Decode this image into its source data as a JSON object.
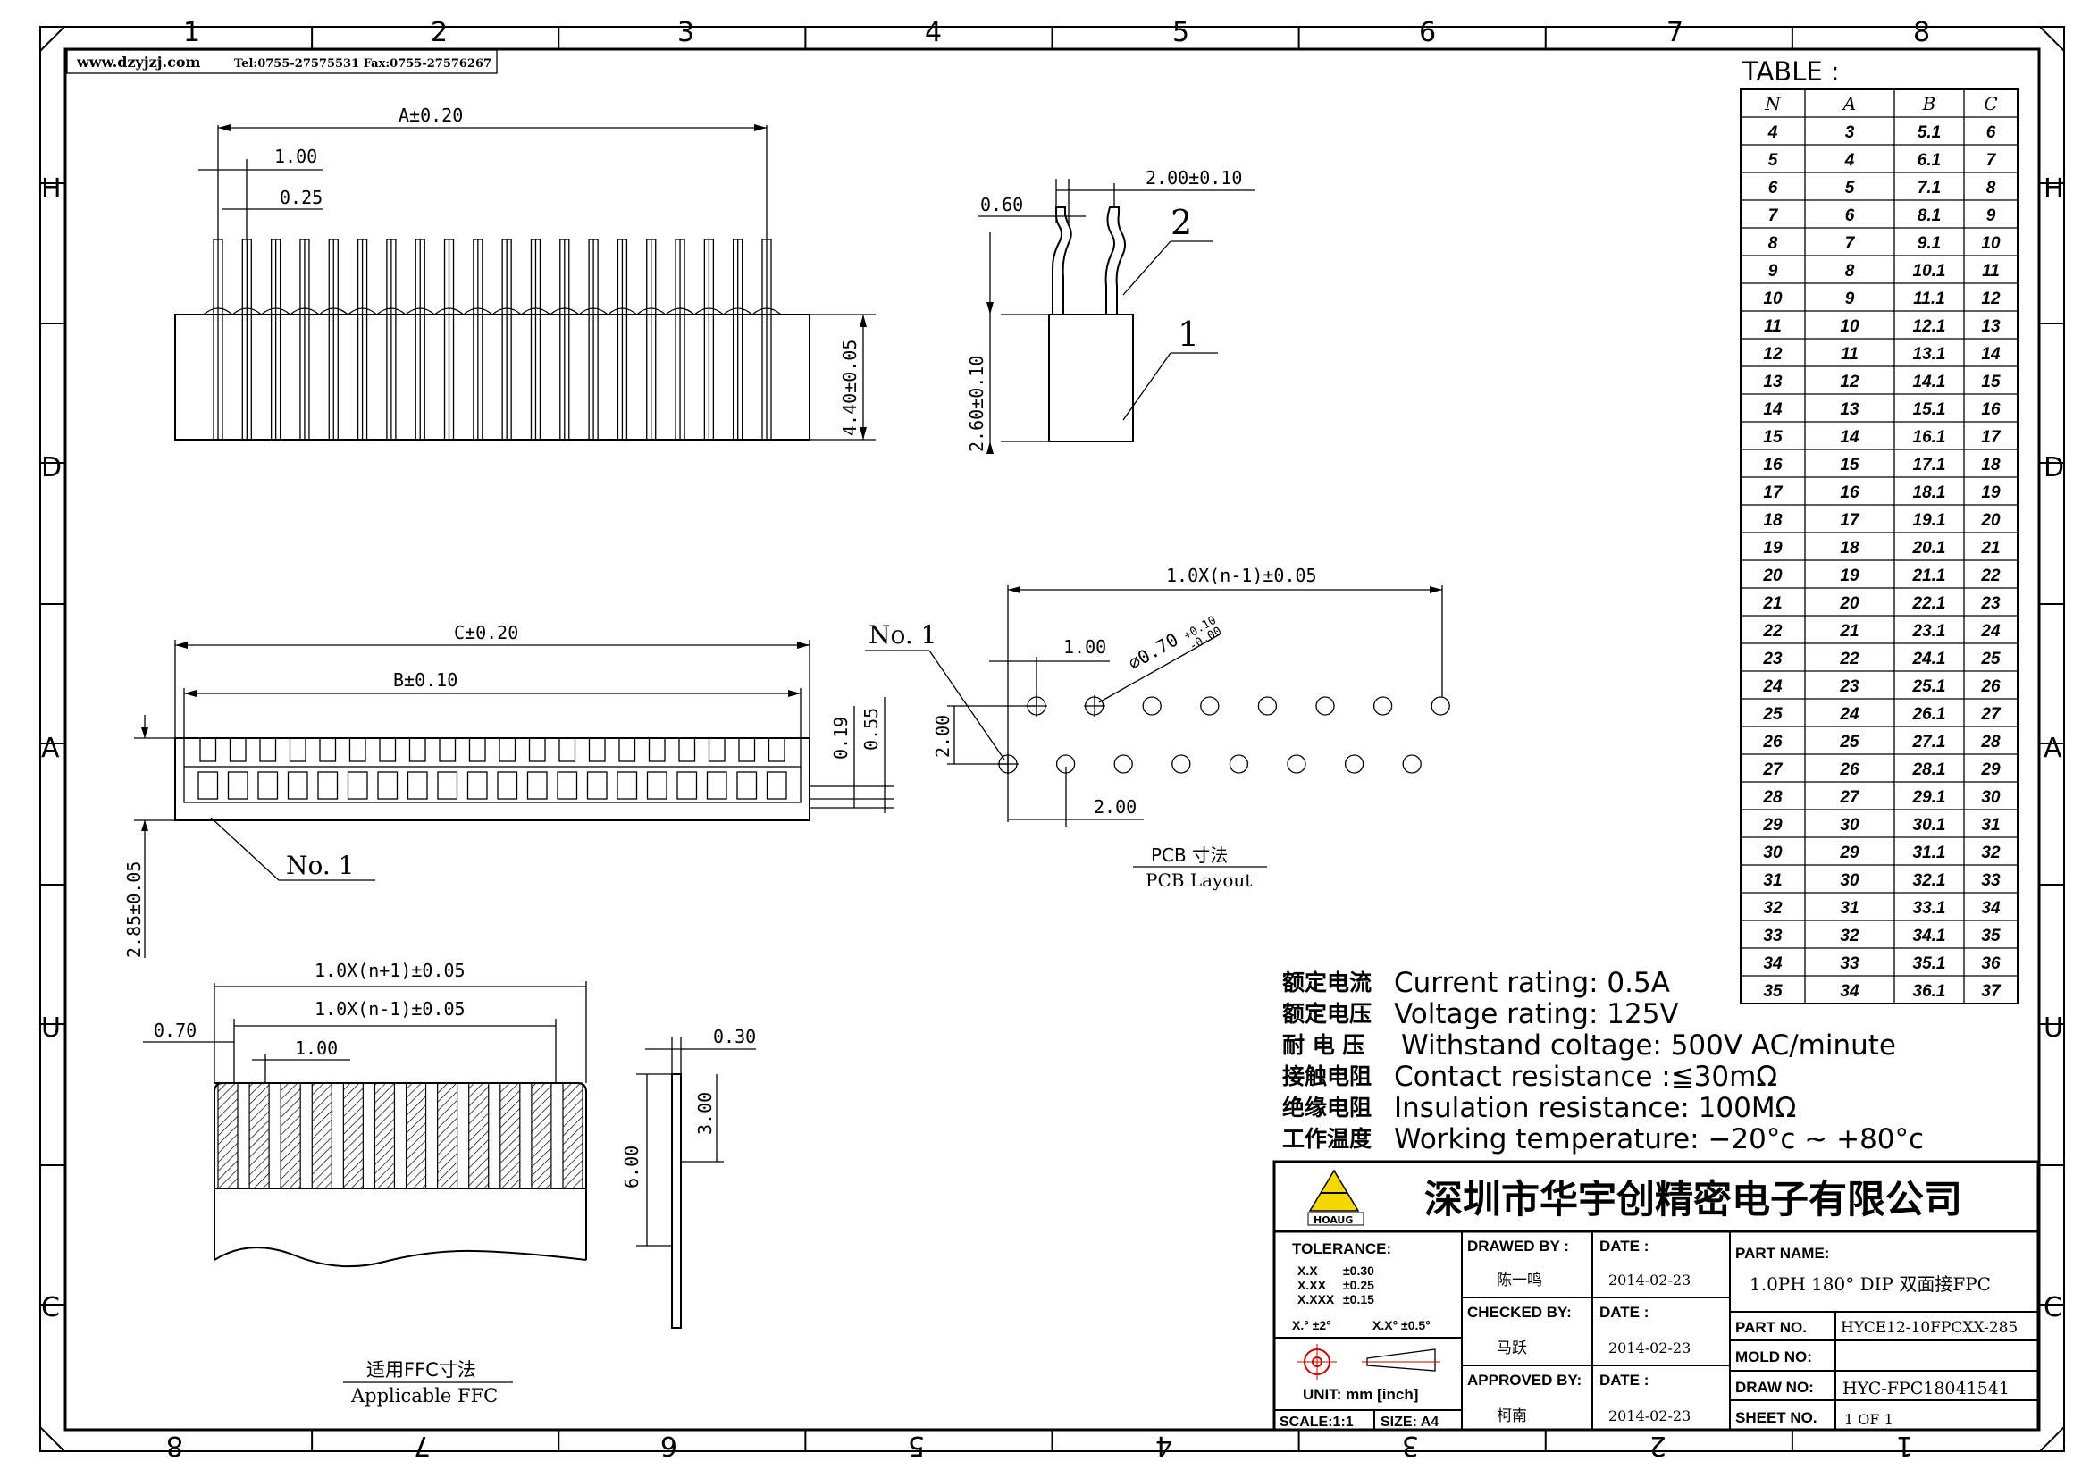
{
  "header": {
    "website": "www.dzyjzj.com",
    "contact": "Tel:0755-27575531  Fax:0755-27576267"
  },
  "grid": {
    "columns_top": [
      "1",
      "2",
      "3",
      "4",
      "5",
      "6",
      "7",
      "8"
    ],
    "rows_left": [
      "H",
      "D",
      "A",
      "U",
      "C"
    ]
  },
  "top_view": {
    "dim_a": "A±0.20",
    "dim_pitch": "1.00",
    "dim_pin": "0.25",
    "dim_height": "4.40±0.05"
  },
  "side_view": {
    "dim_060": "0.60",
    "dim_200": "2.00±0.10",
    "dim_260": "2.60±0.10",
    "callout_1": "1",
    "callout_2": "2"
  },
  "front_view": {
    "dim_c": "C±0.20",
    "dim_b": "B±0.10",
    "dim_019": "0.19",
    "dim_055": "0.55",
    "dim_285": "2.85±0.05",
    "no1": "No. 1"
  },
  "pcb_layout": {
    "dim_total": "1.0X(n-1)±0.05",
    "dim_pitch": "1.00",
    "dim_hole": "⌀0.70",
    "hole_tol_plus": "+0.10",
    "hole_tol_minus": "-0.00",
    "dim_row": "2.00",
    "dim_offset": "2.00",
    "no1": "No. 1",
    "title_cn": "PCB  寸法",
    "title_en": "PCB Layout"
  },
  "ffc": {
    "dim_total_plus": "1.0X(n+1)±0.05",
    "dim_total_minus": "1.0X(n-1)±0.05",
    "dim_070": "0.70",
    "dim_100": "1.00",
    "dim_030": "0.30",
    "dim_600": "6.00",
    "dim_300": "3.00",
    "title_cn": "适用FFC寸法",
    "title_en": "Applicable FFC"
  },
  "table": {
    "title": "TABLE :",
    "headers": [
      "N",
      "A",
      "B",
      "C"
    ],
    "rows": [
      [
        "4",
        "3",
        "5.1",
        "6"
      ],
      [
        "5",
        "4",
        "6.1",
        "7"
      ],
      [
        "6",
        "5",
        "7.1",
        "8"
      ],
      [
        "7",
        "6",
        "8.1",
        "9"
      ],
      [
        "8",
        "7",
        "9.1",
        "10"
      ],
      [
        "9",
        "8",
        "10.1",
        "11"
      ],
      [
        "10",
        "9",
        "11.1",
        "12"
      ],
      [
        "11",
        "10",
        "12.1",
        "13"
      ],
      [
        "12",
        "11",
        "13.1",
        "14"
      ],
      [
        "13",
        "12",
        "14.1",
        "15"
      ],
      [
        "14",
        "13",
        "15.1",
        "16"
      ],
      [
        "15",
        "14",
        "16.1",
        "17"
      ],
      [
        "16",
        "15",
        "17.1",
        "18"
      ],
      [
        "17",
        "16",
        "18.1",
        "19"
      ],
      [
        "18",
        "17",
        "19.1",
        "20"
      ],
      [
        "19",
        "18",
        "20.1",
        "21"
      ],
      [
        "20",
        "19",
        "21.1",
        "22"
      ],
      [
        "21",
        "20",
        "22.1",
        "23"
      ],
      [
        "22",
        "21",
        "23.1",
        "24"
      ],
      [
        "23",
        "22",
        "24.1",
        "25"
      ],
      [
        "24",
        "23",
        "25.1",
        "26"
      ],
      [
        "25",
        "24",
        "26.1",
        "27"
      ],
      [
        "26",
        "25",
        "27.1",
        "28"
      ],
      [
        "27",
        "26",
        "28.1",
        "29"
      ],
      [
        "28",
        "27",
        "29.1",
        "30"
      ],
      [
        "29",
        "30",
        "30.1",
        "31"
      ],
      [
        "30",
        "29",
        "31.1",
        "32"
      ],
      [
        "31",
        "30",
        "32.1",
        "33"
      ],
      [
        "32",
        "31",
        "33.1",
        "34"
      ],
      [
        "33",
        "32",
        "34.1",
        "35"
      ],
      [
        "34",
        "33",
        "35.1",
        "36"
      ],
      [
        "35",
        "34",
        "36.1",
        "37"
      ]
    ]
  },
  "specs": [
    {
      "cn": "额定电流",
      "en": "Current rating:  0.5A"
    },
    {
      "cn": "额定电压",
      "en": "Voltage rating:  125V"
    },
    {
      "cn": "耐 电 压",
      "en": "Withstand coltage:  500V AC/minute"
    },
    {
      "cn": "接触电阻",
      "en": "Contact resistance :≦30mΩ"
    },
    {
      "cn": "绝缘电阻",
      "en": "Insulation resistance:  100MΩ"
    },
    {
      "cn": "工作温度",
      "en": "Working temperature:  −20°c ~ +80°c"
    }
  ],
  "title_block": {
    "company": "深圳市华宇创精密电子有限公司",
    "logo_text": "HOAUG",
    "tolerance_label": "TOLERANCE:",
    "tol_x": "X.X",
    "tol_x_val": "±0.30",
    "tol_xx": "X.XX",
    "tol_xx_val": "±0.25",
    "tol_xxx": "X.XXX",
    "tol_xxx_val": "±0.15",
    "tol_ang1": "X.°  ±2°",
    "tol_ang2": "X.X°  ±0.5°",
    "unit": "UNIT:  mm  [inch]",
    "scale": "SCALE:1:1",
    "size": "SIZE: A4",
    "drawn_by_label": "DRAWED BY :",
    "drawn_by": "陈一鸣",
    "checked_by_label": "CHECKED BY:",
    "checked_by": "马跃",
    "approved_by_label": "APPROVED BY:",
    "approved_by": "柯南",
    "date_label": "DATE :",
    "date1": "2014-02-23",
    "date2": "2014-02-23",
    "date3": "2014-02-23",
    "part_name_label": "PART NAME:",
    "part_name": "1.0PH 180° DIP 双面接FPC",
    "part_no_label": "PART NO.",
    "part_no": "HYCE12-10FPCXX-285",
    "mold_no_label": "MOLD NO:",
    "mold_no": "",
    "draw_no_label": "DRAW NO:",
    "draw_no": "HYC-FPC18041541",
    "sheet_label": "SHEET NO.",
    "sheet": "1 OF 1"
  }
}
